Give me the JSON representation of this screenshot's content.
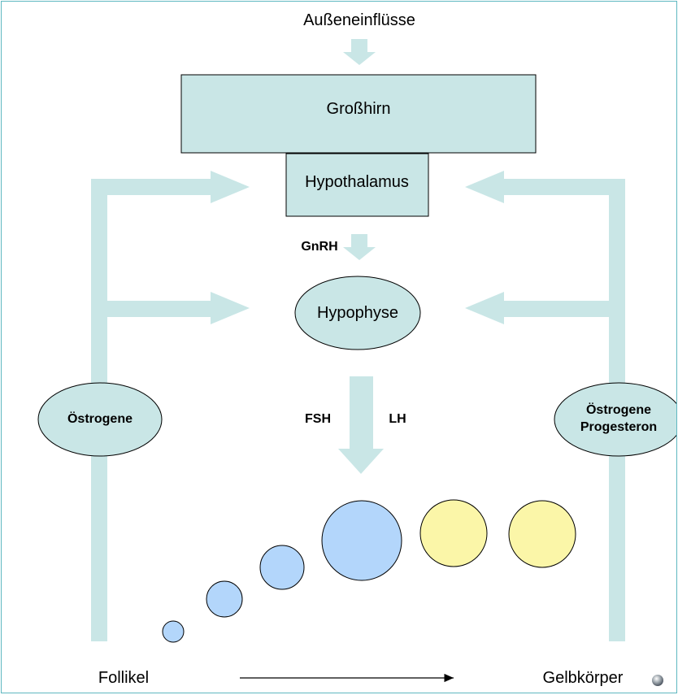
{
  "diagram": {
    "external_influences": "Außeneinflüsse",
    "cerebrum": "Großhirn",
    "hypothalamus": "Hypothalamus",
    "gnrh": "GnRH",
    "pituitary": "Hypophyse",
    "fsh": "FSH",
    "lh": "LH",
    "estrogens": "Östrogene",
    "estrogens_progesterone_line1": "Östrogene",
    "estrogens_progesterone_line2": "Progesteron",
    "follicle": "Follikel",
    "corpus_luteum": "Gelbkörper"
  },
  "colors": {
    "box_fill": "#c9e6e6",
    "arrow_fill": "#c9e6e6",
    "follicle_fill": "#b3d6fb",
    "corpus_luteum_fill": "#fbf6a8",
    "frame_border": "#5fb7c0"
  },
  "icons": {
    "bullet": "gray-sphere-icon"
  }
}
